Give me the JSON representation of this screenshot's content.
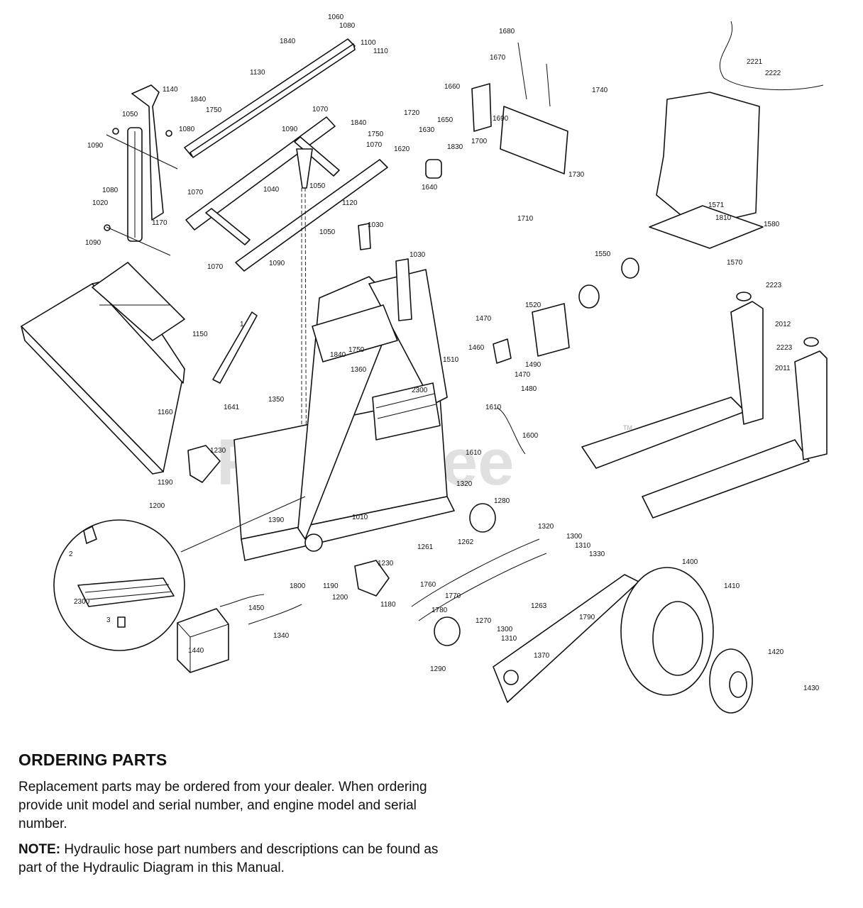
{
  "watermark": {
    "text": "PartsTree",
    "tm": "TM"
  },
  "labels": {
    "l1060": "1060",
    "l1080": "1080",
    "l1100": "1100",
    "l1110": "1110",
    "l1840a": "1840",
    "l1130": "1130",
    "l1140": "1140",
    "l1840b": "1840",
    "l1750a": "1750",
    "l1050a": "1050",
    "l1080b": "1080",
    "l1090a": "1090",
    "l1070a": "1070",
    "l1840c": "1840",
    "l1750b": "1750",
    "l1070b": "1070",
    "l1090b": "1090",
    "l1080c": "1080",
    "l1020": "1020",
    "l1070c": "1070",
    "l1040": "1040",
    "l1050b": "1050",
    "l1120": "1120",
    "l1170": "1170",
    "l1090c": "1090",
    "l1050c": "1050",
    "l1030a": "1030",
    "l1070d": "1070",
    "l1090d": "1090",
    "l1030b": "1030",
    "l1150": "1150",
    "l1": "1",
    "l1160": "1160",
    "l1840d": "1840",
    "l1750c": "1750",
    "l1360": "1360",
    "l1350": "1350",
    "l1641": "1641",
    "l2300a": "2300",
    "l1230a": "1230",
    "l1190a": "1190",
    "l1200a": "1200",
    "l1390": "1390",
    "l1010": "1010",
    "l1800": "1800",
    "l1190b": "1190",
    "l1200b": "1200",
    "l1230b": "1230",
    "l1180": "1180",
    "l1450": "1450",
    "l1340": "1340",
    "l1440": "1440",
    "l2": "2",
    "l2300b": "2300",
    "l3": "3",
    "l1680": "1680",
    "l1670": "1670",
    "l1660": "1660",
    "l1740": "1740",
    "l1690": "1690",
    "l1720": "1720",
    "l1650": "1650",
    "l1630": "1630",
    "l1620": "1620",
    "l1830": "1830",
    "l1700": "1700",
    "l1640": "1640",
    "l1730": "1730",
    "l1710": "1710",
    "l2221": "2221",
    "l2222": "2222",
    "l1571": "1571",
    "l1810": "1810",
    "l1580": "1580",
    "l1550": "1550",
    "l1570": "1570",
    "l1520": "1520",
    "l1470a": "1470",
    "l1460": "1460",
    "l1490": "1490",
    "l1510": "1510",
    "l1470b": "1470",
    "l1480": "1480",
    "l1610a": "1610",
    "l1600": "1600",
    "l1610b": "1610",
    "l2223a": "2223",
    "l2012": "2012",
    "l2223b": "2223",
    "l2011": "2011",
    "l1320a": "1320",
    "l1280": "1280",
    "l1320b": "1320",
    "l1300a": "1300",
    "l1310a": "1310",
    "l1330": "1330",
    "l1261": "1261",
    "l1262": "1262",
    "l1760": "1760",
    "l1770": "1770",
    "l1263": "1263",
    "l1780": "1780",
    "l1270": "1270",
    "l1300b": "1300",
    "l1310b": "1310",
    "l1290": "1290",
    "l1370": "1370",
    "l1790": "1790",
    "l1400": "1400",
    "l1410": "1410",
    "l1420": "1420",
    "l1430": "1430"
  },
  "ordering": {
    "heading": "ORDERING PARTS",
    "para1": "Replacement parts may be ordered from your dealer. When ordering provide unit model and serial number, and engine model and serial number.",
    "note_label": "NOTE:",
    "note_text": " Hydraulic hose part numbers and descriptions can be found as part of the Hydraulic Diagram in this Manual."
  }
}
